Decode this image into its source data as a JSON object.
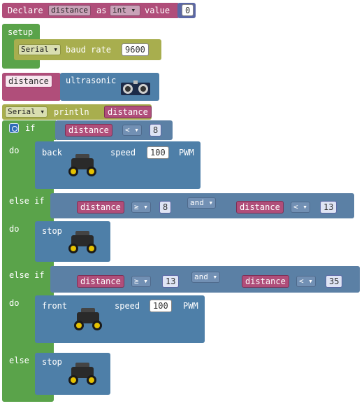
{
  "declare": {
    "declare_label": "Declare",
    "var_name": "distance",
    "as_label": "as",
    "type_value": "int",
    "value_label": "value",
    "initial_value": "0"
  },
  "setup": {
    "label": "setup",
    "serial_port": "Serial",
    "baud_label": "baud rate",
    "baud_value": "9600"
  },
  "assign": {
    "var_name": "distance",
    "sensor_label": "ultrasonic"
  },
  "println": {
    "serial_port": "Serial",
    "label": "println",
    "var_name": "distance"
  },
  "if_block": {
    "if_label": "if",
    "do_label": "do",
    "else_if_label": "else if",
    "else_label": "else",
    "cond1": {
      "var": "distance",
      "op": "<",
      "value": "8"
    },
    "action1": {
      "name": "back",
      "speed_label": "speed",
      "speed_value": "100",
      "unit": "PWM"
    },
    "cond2": {
      "left": {
        "var": "distance",
        "op": "≥",
        "value": "8"
      },
      "logic": "and",
      "right": {
        "var": "distance",
        "op": "<",
        "value": "13"
      }
    },
    "action2": {
      "name": "stop"
    },
    "cond3": {
      "left": {
        "var": "distance",
        "op": "≥",
        "value": "13"
      },
      "logic": "and",
      "right": {
        "var": "distance",
        "op": "<",
        "value": "35"
      }
    },
    "action3": {
      "name": "front",
      "speed_label": "speed",
      "speed_value": "100",
      "unit": "PWM"
    },
    "action4": {
      "name": "stop"
    }
  },
  "colors": {
    "variable": "#b04e7a",
    "setup": "#5aa34a",
    "serial": "#a8ae4e",
    "robot": "#4e7fa8",
    "logic": "#5b80a5",
    "math": "#5b67a5"
  },
  "icons": {
    "settings": "gear-icon",
    "dropdown": "triangle-down",
    "car": "robot-car-image",
    "sensor": "ultrasonic-sensor-image"
  }
}
